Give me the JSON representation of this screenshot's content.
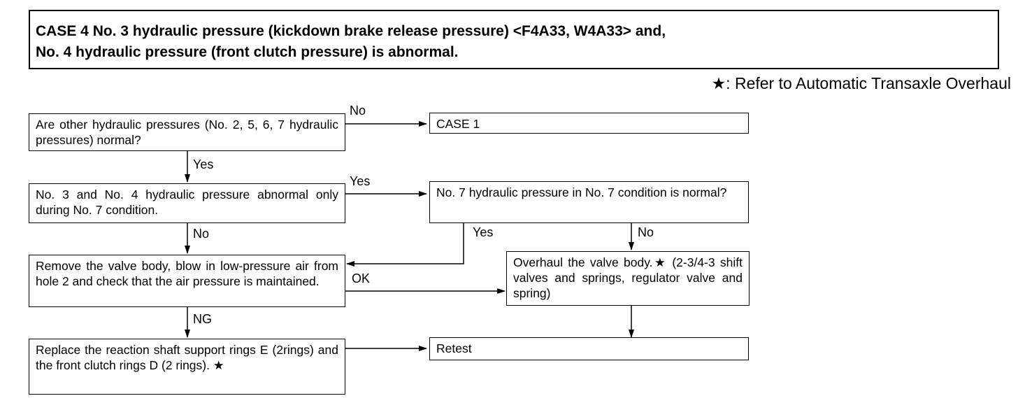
{
  "title": {
    "line1": "CASE 4 No. 3 hydraulic pressure (kickdown brake release pressure) <F4A33, W4A33> and,",
    "line2": "No. 4 hydraulic pressure (front clutch pressure) is abnormal."
  },
  "note": {
    "symbol": "★:",
    "text": "Refer to Automatic Transaxle Overhaul"
  },
  "boxes": {
    "q1": "Are other hydraulic pressures (No. 2, 5, 6, 7 hydraulic pressures) normal?",
    "case1": "CASE 1",
    "q2": "No. 3 and No. 4 hydraulic pressure abnormal only during No. 7 condition.",
    "q3": "No. 7 hydraulic pressure in No. 7 condition is normal?",
    "remove": "Remove the valve body, blow in low-pressure air from hole 2 and check that the air pressure is maintained.",
    "overhaul": "Overhaul the valve body.★ (2-3/4-3 shift valves and springs, regulator valve and spring)",
    "replace": "Replace the reaction shaft support rings E (2rings) and the front clutch rings D (2 rings). ★",
    "retest": "Retest"
  },
  "labels": {
    "q1_no": "No",
    "q1_yes": "Yes",
    "q2_yes": "Yes",
    "q2_no": "No",
    "q3_yes": "Yes",
    "q3_no": "No",
    "remove_ok": "OK",
    "remove_ng": "NG"
  }
}
